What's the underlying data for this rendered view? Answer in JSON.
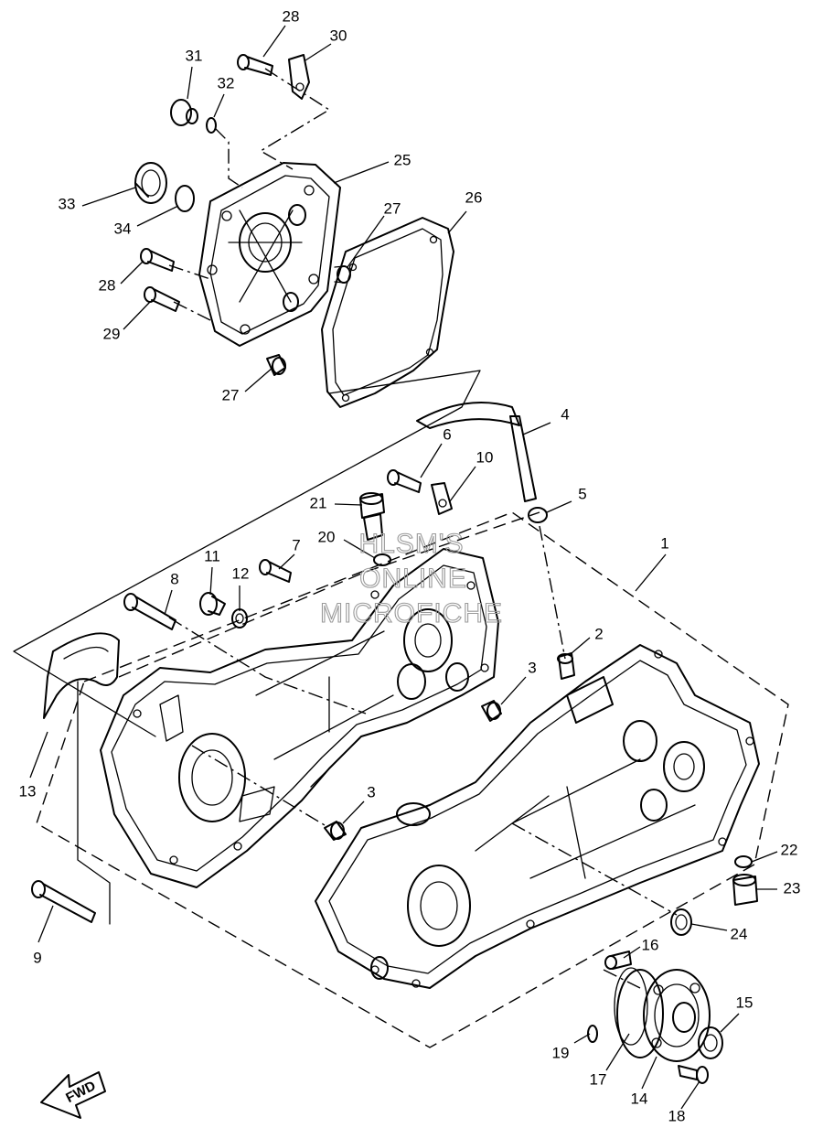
{
  "callouts": [
    {
      "id": "c1",
      "label": "1"
    },
    {
      "id": "c2",
      "label": "2"
    },
    {
      "id": "c3a",
      "label": "3"
    },
    {
      "id": "c3b",
      "label": "3"
    },
    {
      "id": "c4",
      "label": "4"
    },
    {
      "id": "c5",
      "label": "5"
    },
    {
      "id": "c6",
      "label": "6"
    },
    {
      "id": "c7",
      "label": "7"
    },
    {
      "id": "c8",
      "label": "8"
    },
    {
      "id": "c9",
      "label": "9"
    },
    {
      "id": "c10",
      "label": "10"
    },
    {
      "id": "c11",
      "label": "11"
    },
    {
      "id": "c12",
      "label": "12"
    },
    {
      "id": "c13",
      "label": "13"
    },
    {
      "id": "c14",
      "label": "14"
    },
    {
      "id": "c15",
      "label": "15"
    },
    {
      "id": "c16",
      "label": "16"
    },
    {
      "id": "c17",
      "label": "17"
    },
    {
      "id": "c18",
      "label": "18"
    },
    {
      "id": "c19",
      "label": "19"
    },
    {
      "id": "c20",
      "label": "20"
    },
    {
      "id": "c21",
      "label": "21"
    },
    {
      "id": "c22",
      "label": "22"
    },
    {
      "id": "c23",
      "label": "23"
    },
    {
      "id": "c24",
      "label": "24"
    },
    {
      "id": "c25",
      "label": "25"
    },
    {
      "id": "c26",
      "label": "26"
    },
    {
      "id": "c27a",
      "label": "27"
    },
    {
      "id": "c27b",
      "label": "27"
    },
    {
      "id": "c28a",
      "label": "28"
    },
    {
      "id": "c28b",
      "label": "28"
    },
    {
      "id": "c29",
      "label": "29"
    },
    {
      "id": "c30",
      "label": "30"
    },
    {
      "id": "c31",
      "label": "31"
    },
    {
      "id": "c32",
      "label": "32"
    },
    {
      "id": "c33",
      "label": "33"
    },
    {
      "id": "c34",
      "label": "34"
    }
  ],
  "fwd_label": "FWD",
  "watermark": {
    "line1": "HLSM'S",
    "line2": "ONLINE",
    "line3": "MICROFICHE"
  }
}
